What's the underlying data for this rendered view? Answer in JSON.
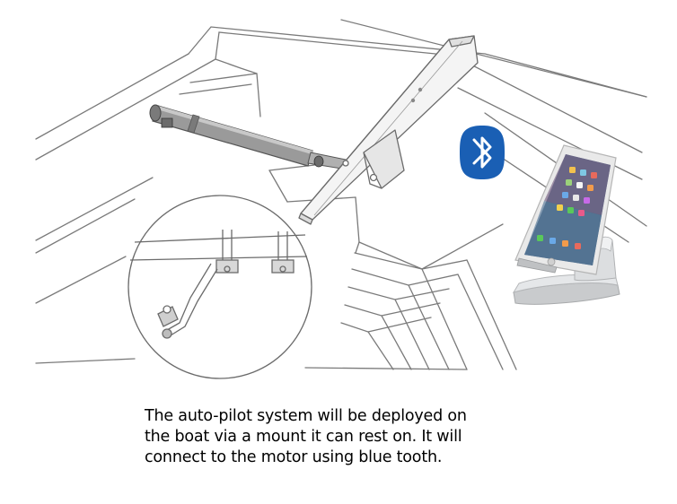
{
  "caption": {
    "lines": [
      "The auto-pilot system will be deployed on",
      "the boat via a mount it can rest on. It will",
      "connect to the motor using blue tooth."
    ]
  },
  "icons": {
    "bluetooth": "bluetooth-icon",
    "phone": "smartphone-icon",
    "stand": "phone-stand-icon"
  },
  "colors": {
    "bluetooth_blue": "#1a5fb4",
    "line_gray": "#6b6b6b",
    "actuator_gray": "#8a8a8a"
  }
}
